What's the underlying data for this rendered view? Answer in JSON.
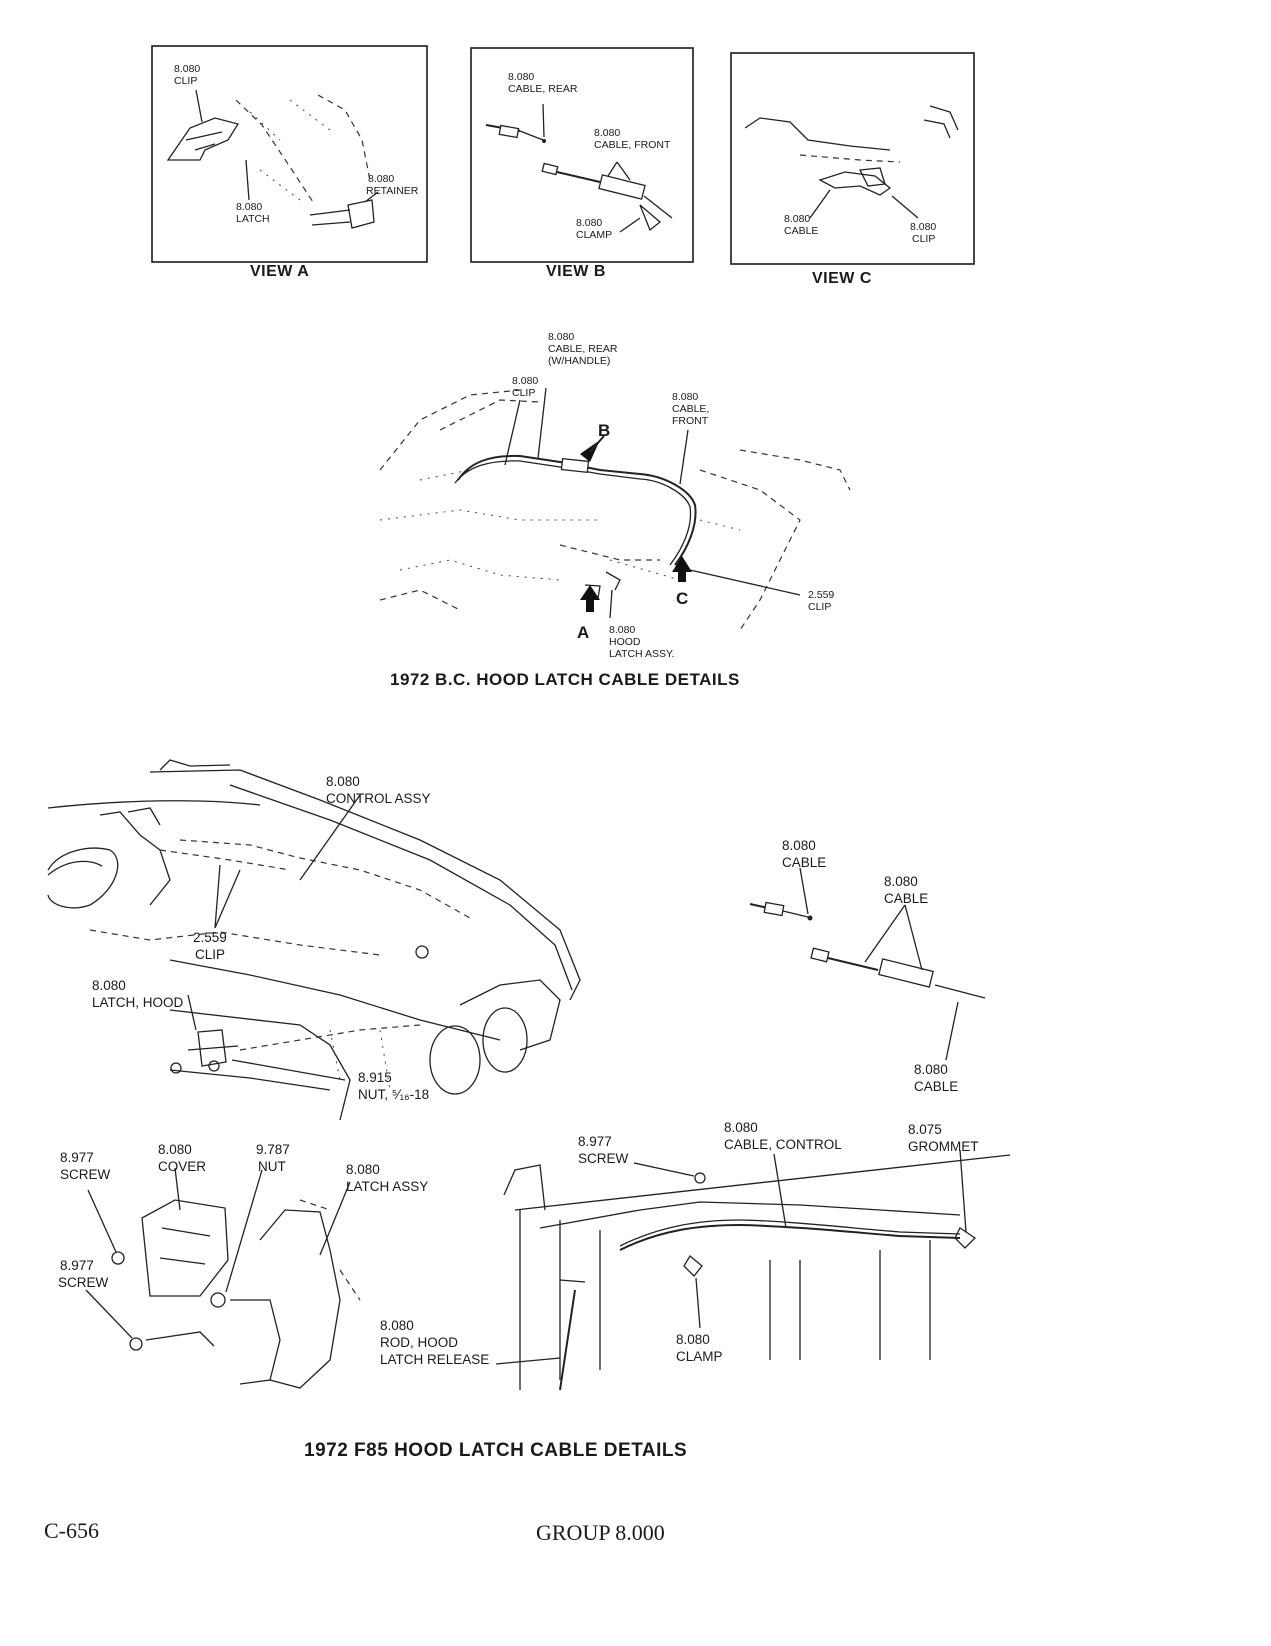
{
  "views": {
    "a": {
      "caption": "VIEW A",
      "clip": [
        "8.080",
        "CLIP"
      ],
      "latch": [
        "8.080",
        "LATCH"
      ],
      "retainer": [
        "8.080",
        "RETAINER"
      ]
    },
    "b": {
      "caption": "VIEW B",
      "cable_rear": [
        "8.080",
        "CABLE, REAR"
      ],
      "cable_front": [
        "8.080",
        "CABLE, FRONT"
      ],
      "clamp": [
        "8.080",
        "CLAMP"
      ]
    },
    "c": {
      "caption": "VIEW C",
      "cable": [
        "8.080",
        "CABLE"
      ],
      "clip": [
        "8.080",
        "CLIP"
      ]
    }
  },
  "bc": {
    "title": "1972 B.C. HOOD LATCH CABLE DETAILS",
    "cable_rear": [
      "8.080",
      "CABLE, REAR",
      "(W/HANDLE)"
    ],
    "clip": [
      "8.080",
      "CLIP"
    ],
    "cable_front": [
      "8.080",
      "CABLE,",
      "FRONT"
    ],
    "clip2": [
      "2.559",
      "CLIP"
    ],
    "latch_assy": [
      "8.080",
      "HOOD",
      "LATCH ASSY."
    ],
    "letters": {
      "a": "A",
      "b": "B",
      "c": "C"
    }
  },
  "f85": {
    "title": "1972 F85 HOOD LATCH CABLE DETAILS",
    "control_assy": [
      "8.080",
      "CONTROL ASSY"
    ],
    "clip": [
      "2.559",
      "CLIP"
    ],
    "latch_hood": [
      "8.080",
      "LATCH, HOOD"
    ],
    "nut_915": [
      "8.915",
      "NUT, ⁵⁄₁₆-18"
    ],
    "cable_top": [
      "8.080",
      "CABLE"
    ],
    "cable_mid": [
      "8.080",
      "CABLE"
    ],
    "cable_bottom": [
      "8.080",
      "CABLE"
    ],
    "screw_1": [
      "8.977",
      "SCREW"
    ],
    "cover": [
      "8.080",
      "COVER"
    ],
    "nut_787": [
      "9.787",
      "NUT"
    ],
    "latch_assy": [
      "8.080",
      "LATCH ASSY"
    ],
    "screw_2": [
      "8.977",
      "SCREW"
    ],
    "rod": [
      "8.080",
      "ROD, HOOD",
      "LATCH RELEASE"
    ],
    "screw_3": [
      "8.977",
      "SCREW"
    ],
    "cable_control": [
      "8.080",
      "CABLE, CONTROL"
    ],
    "grommet": [
      "8.075",
      "GROMMET"
    ],
    "clamp": [
      "8.080",
      "CLAMP"
    ]
  },
  "footer": {
    "page": "C-656",
    "group": "GROUP 8.000"
  }
}
